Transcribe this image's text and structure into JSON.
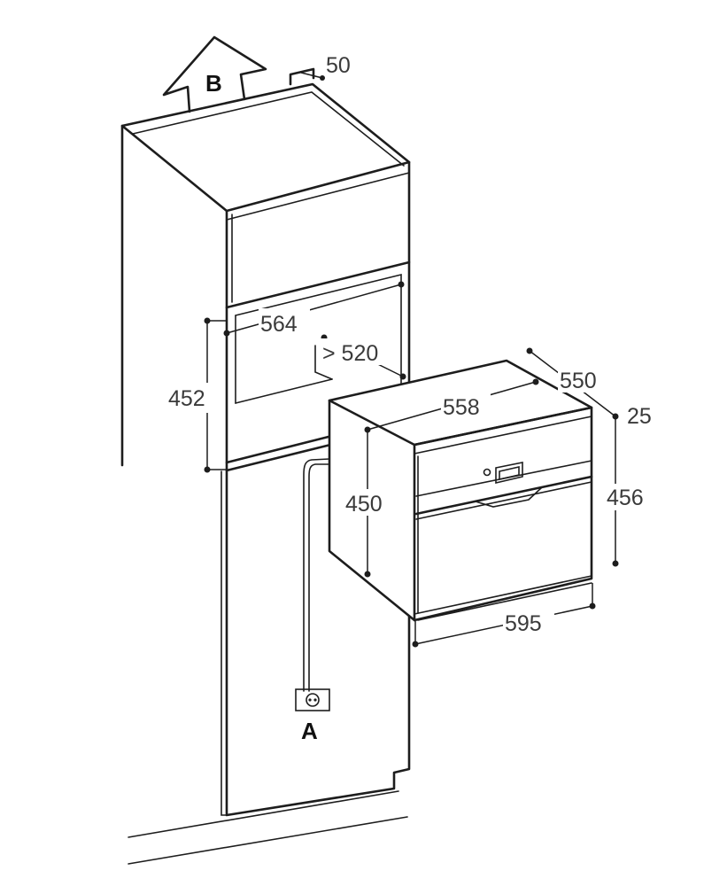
{
  "labels": {
    "vent_arrow": "B",
    "socket": "A",
    "gap_top": "50",
    "niche_width": "564",
    "niche_depth": "> 520",
    "niche_height": "452",
    "oven_depth": "550",
    "oven_body_width": "558",
    "front_thickness": "25",
    "oven_body_height": "450",
    "front_height": "456",
    "front_width": "595"
  }
}
